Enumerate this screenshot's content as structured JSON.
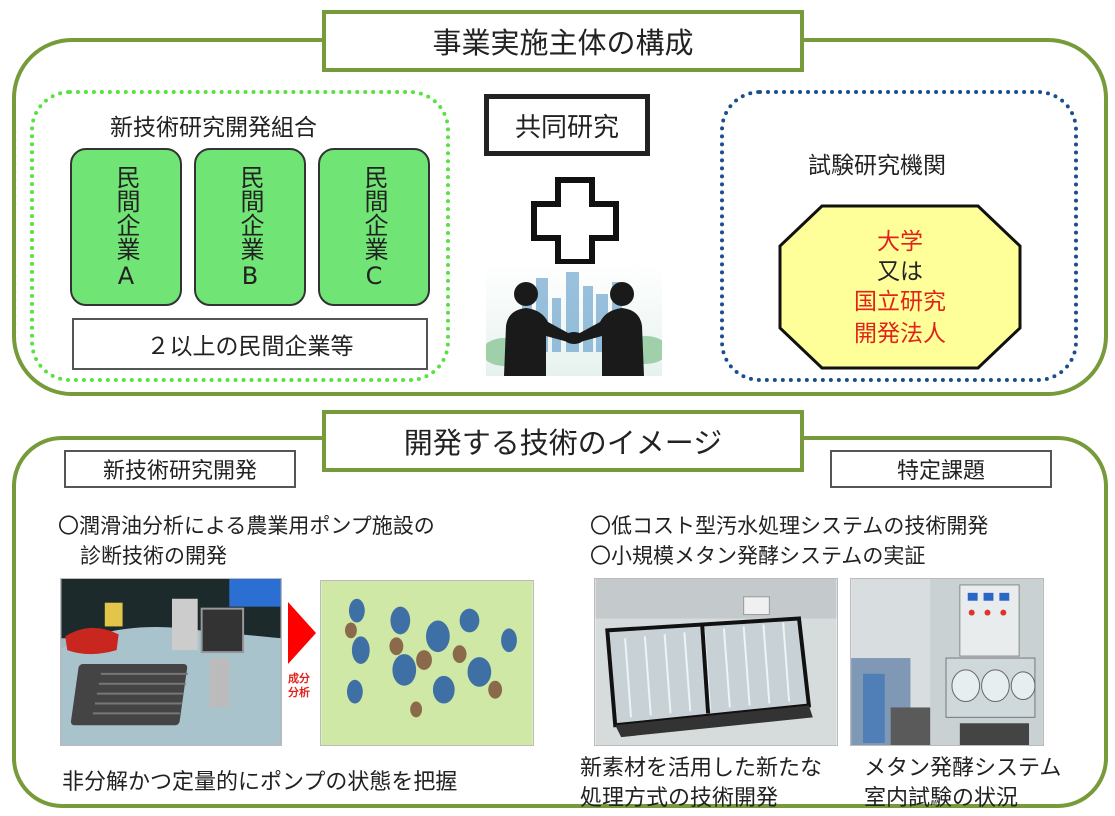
{
  "top_section": {
    "title": "事業実施主体の構成",
    "association": {
      "name": "新技術研究開発組合",
      "companies": [
        {
          "chars": "民間企業",
          "letter": "A"
        },
        {
          "chars": "民間企業",
          "letter": "B"
        },
        {
          "chars": "民間企業",
          "letter": "C"
        }
      ],
      "footer": "２以上の民間企業等"
    },
    "joint_research": "共同研究",
    "institution": {
      "name": "試験研究機関",
      "line1": "大学",
      "line2": "又は",
      "line3": "国立研究",
      "line4": "開発法人"
    }
  },
  "bottom_section": {
    "title": "開発する技術のイメージ",
    "left_tag": "新技術研究開発",
    "right_tag": "特定課題",
    "left_item_line1": "〇潤滑油分析による農業用ポンプ施設の",
    "left_item_line2": "診断技術の開発",
    "arrow_label_1": "成分",
    "arrow_label_2": "分析",
    "left_caption": "非分解かつ定量的にポンプの状態を把握",
    "right_item_1": "〇低コスト型汚水処理システムの技術開発",
    "right_item_2": "〇小規模メタン発酵システムの実証",
    "caption_a_line1": "新素材を活用した新たな",
    "caption_a_line2": "処理方式の技術開発",
    "caption_b_line1": "メタン発酵システム",
    "caption_b_line2": "室内試験の状況"
  },
  "colors": {
    "panel_border": "#779a3a",
    "company_fill": "#70e474",
    "association_border": "#58e141",
    "institution_border": "#1b4e8c",
    "octagon_fill": "#ffff99",
    "accent_red": "#e0241b"
  }
}
